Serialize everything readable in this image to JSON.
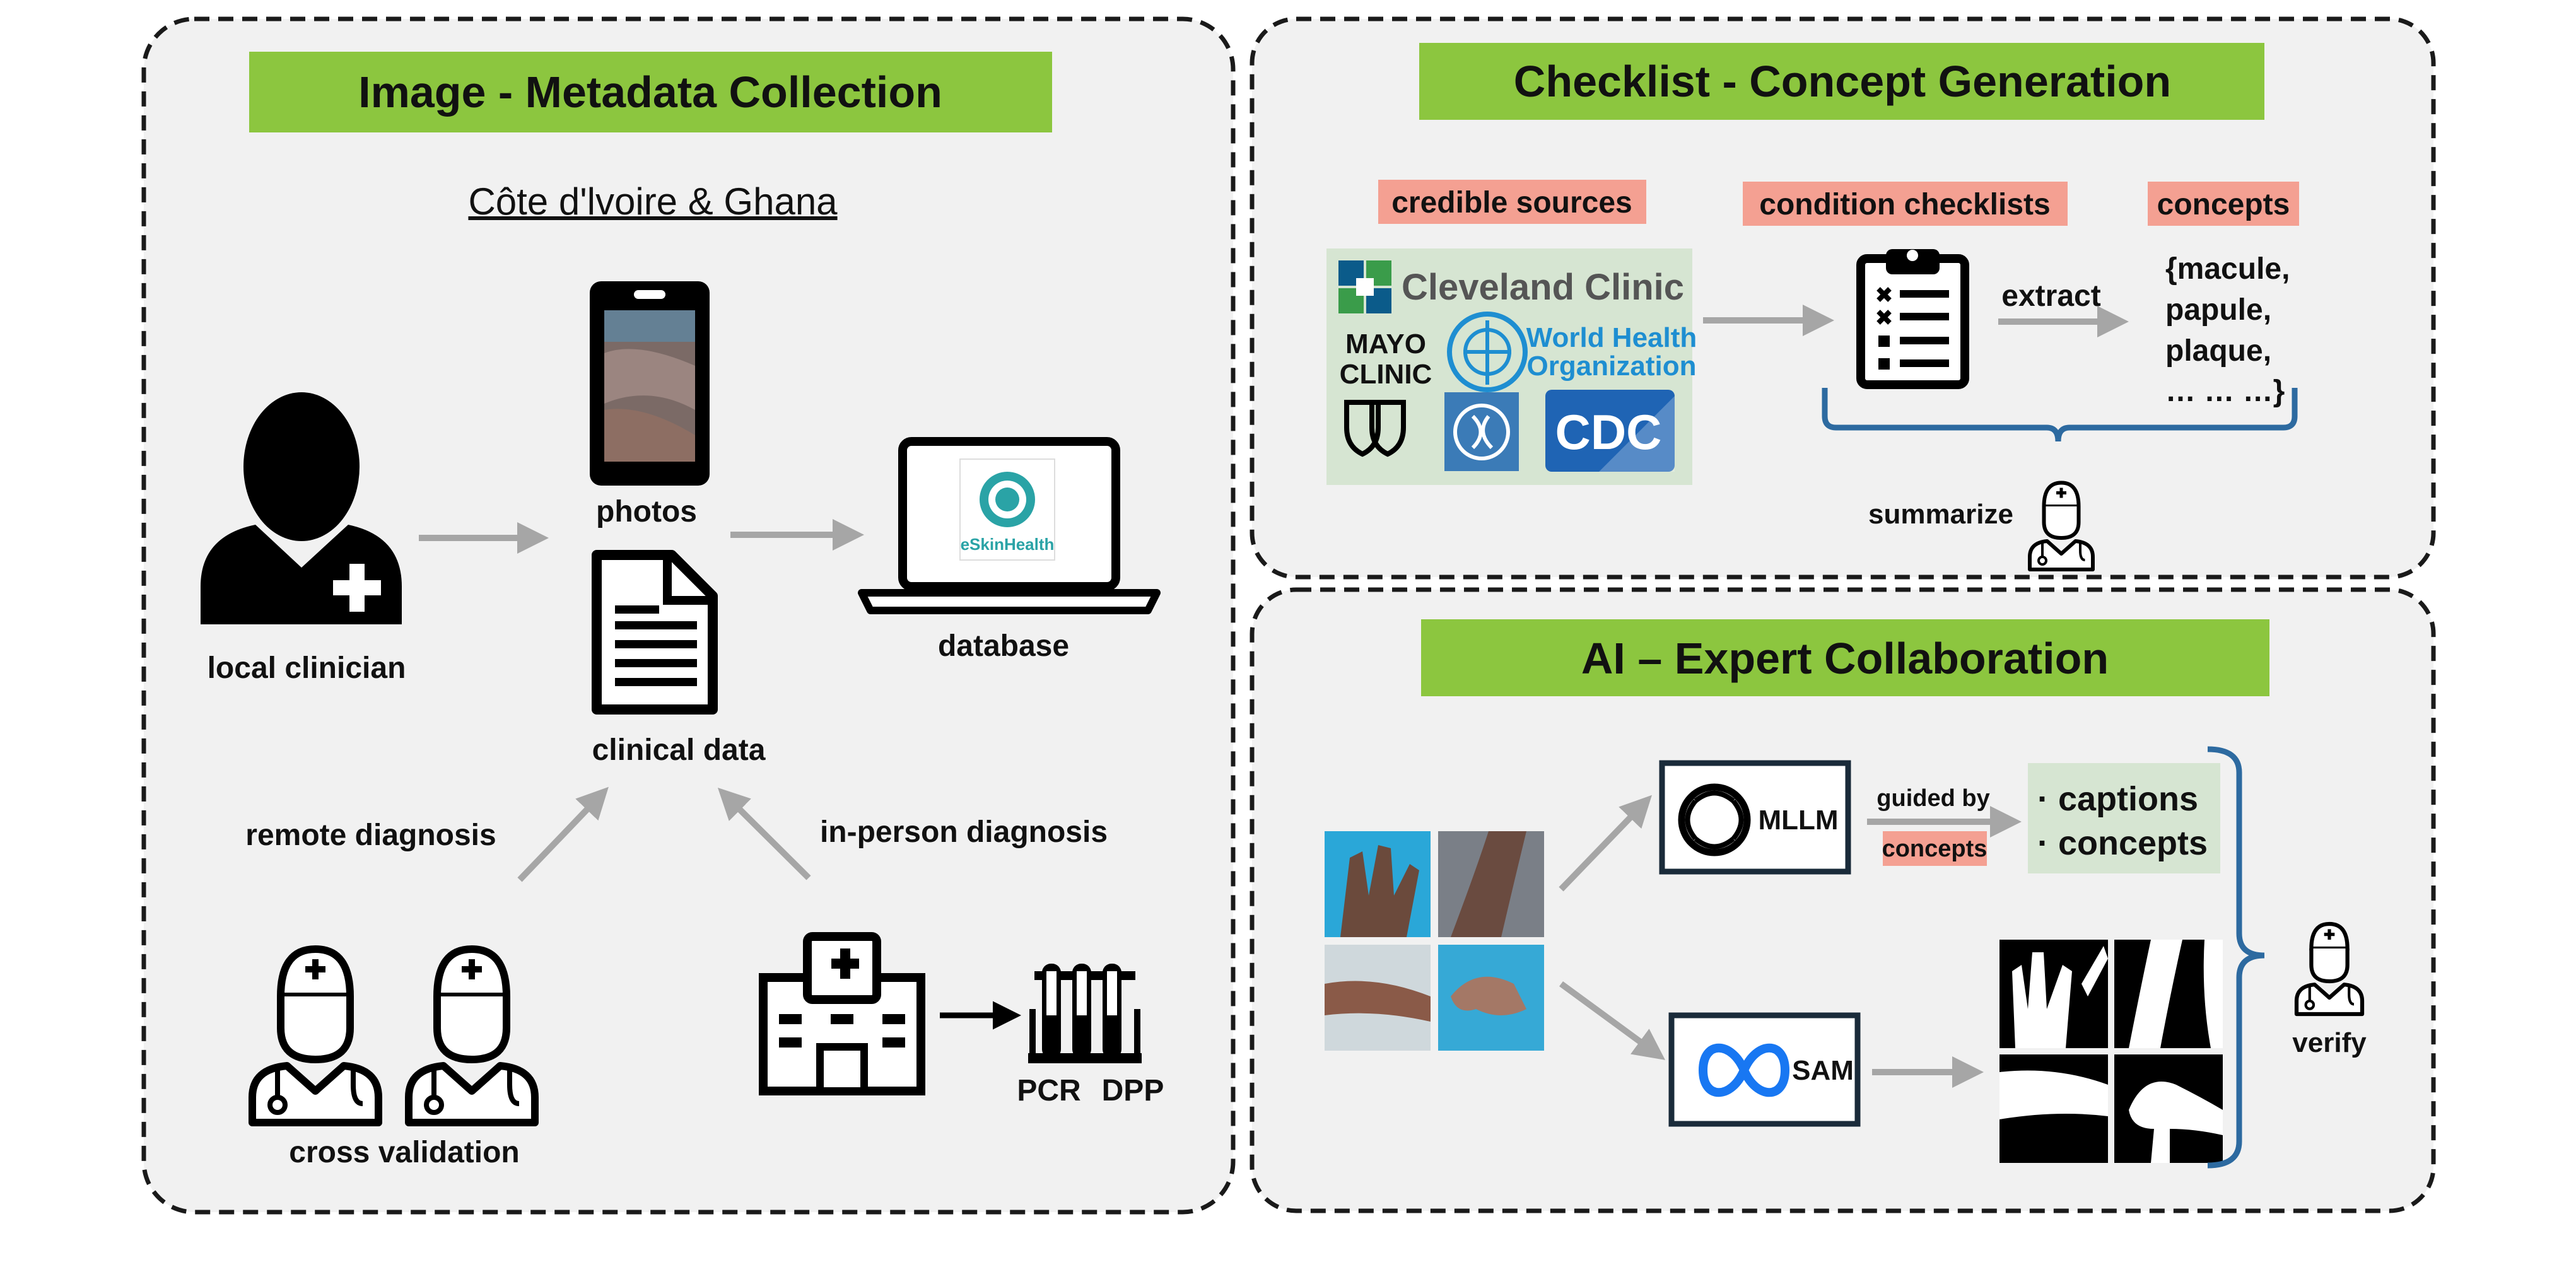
{
  "panel_collection": {
    "title": "Image - Metadata Collection",
    "location": "Côte d'lvoire & Ghana",
    "labels": {
      "local_clinician": "local clinician",
      "photos": "photos",
      "clinical_data": "clinical data",
      "database": "database",
      "database_logo": "eSkinHealth",
      "remote_diagnosis": "remote diagnosis",
      "inperson_diagnosis": "in-person diagnosis",
      "cross_validation": "cross validation",
      "pcr": "PCR",
      "dpp": "DPP"
    }
  },
  "panel_checklist": {
    "title": "Checklist - Concept Generation",
    "tags": {
      "credible_sources": "credible sources",
      "condition_checklists": "condition checklists",
      "concepts": "concepts"
    },
    "sources": {
      "cleveland": "Cleveland Clinic",
      "mayo_line1": "MAYO",
      "mayo_line2": "CLINIC",
      "who_line1": "World Health",
      "who_line2": "Organization",
      "cdc": "CDC"
    },
    "extract": "extract",
    "summarize": "summarize",
    "concepts_list": [
      "{macule,",
      "papule,",
      "plaque,",
      "… … …}"
    ]
  },
  "panel_ai": {
    "title": "AI – Expert Collaboration",
    "mllm": "MLLM",
    "sam": "SAM",
    "guided_by": "guided by",
    "guided_concepts": "concepts",
    "outputs": [
      "· captions",
      "· concepts"
    ],
    "verify": "verify"
  },
  "colors": {
    "title_green": "#8cc63f",
    "tag_salmon": "#f4a092",
    "concept_orange": "#e8955a",
    "box_green": "#d6e5d2",
    "brace_blue": "#2d6aa0",
    "arrow_gray": "#a6a6a6",
    "panel_bg": "#f1f1f1"
  }
}
